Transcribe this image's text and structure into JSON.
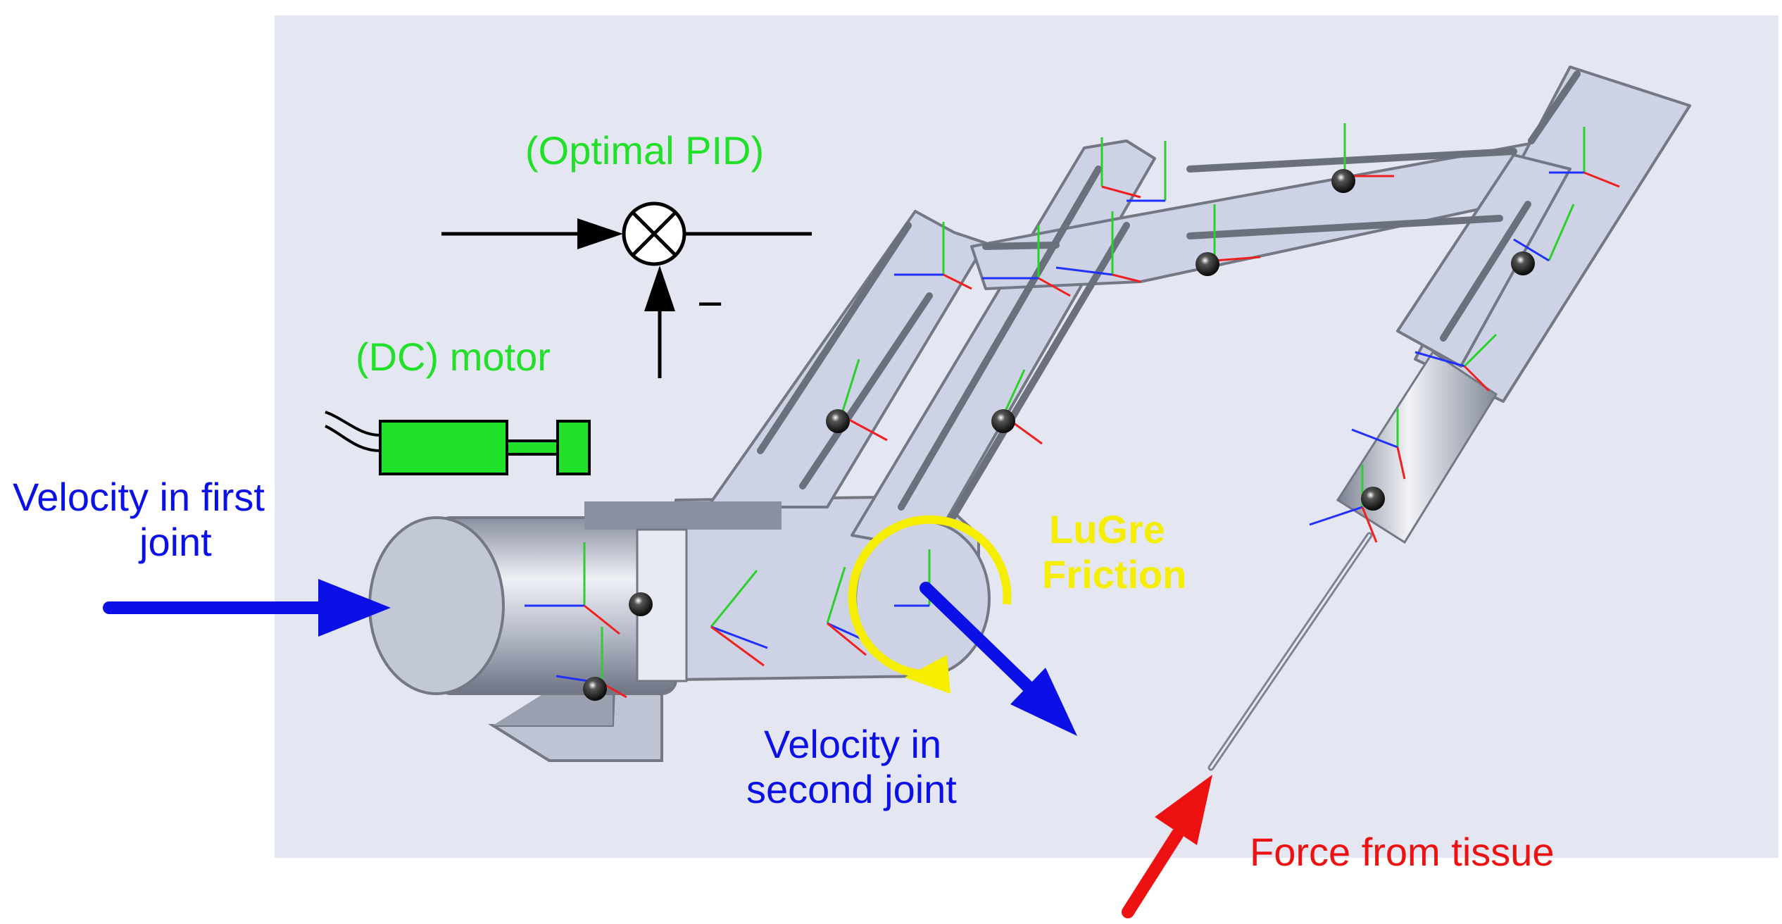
{
  "labels": {
    "optimal_pid": "(Optimal PID)",
    "dc_motor": "(DC) motor",
    "minus_sign": "−",
    "velocity_first_line1": "Velocity in first",
    "velocity_first_line2": "joint",
    "lugre_line1": "LuGre",
    "lugre_line2": "Friction",
    "velocity_second_line1": "Velocity in",
    "velocity_second_line2": "second joint",
    "force_from_tissue": "Force from tissue"
  },
  "colors": {
    "background_panel": "#e4e6f1",
    "link_face": "#cdd3e4",
    "link_edge": "#737884",
    "velocity_arrow": "#0a10e6",
    "controller_label": "#22e02a",
    "motor_icon": "#22e02a",
    "friction": "#f5ee00",
    "force_arrow": "#ee1111"
  },
  "icons": {
    "summing_junction": "summing-junction-icon",
    "dc_motor": "dc-motor-icon",
    "joint_marker": "joint-marker-icon",
    "coordinate_frame": "coordinate-frame-icon"
  }
}
